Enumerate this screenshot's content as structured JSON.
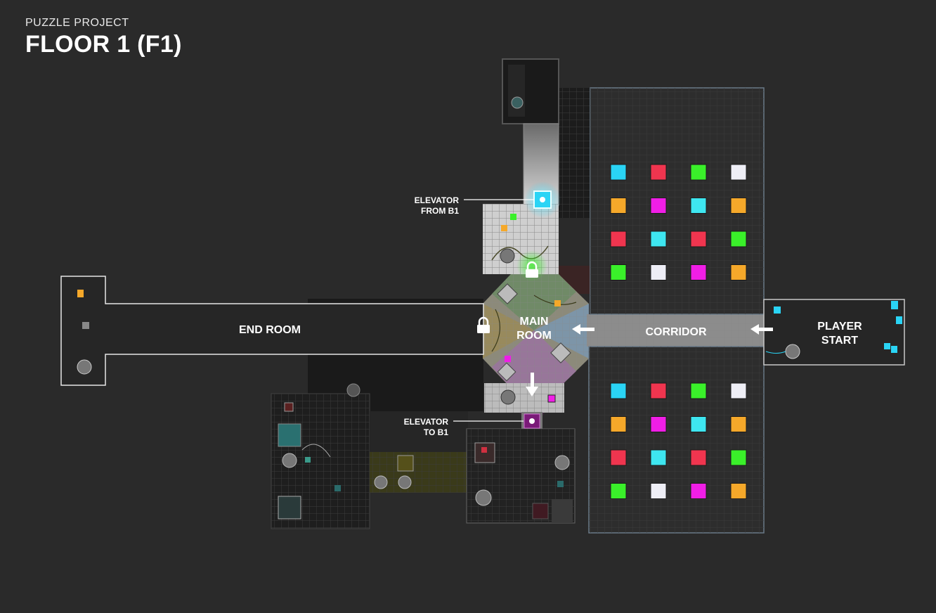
{
  "header": {
    "subtitle": "PUZZLE PROJECT",
    "title": "FLOOR 1 (F1)"
  },
  "labels": {
    "end_room": "END ROOM",
    "main_room_line1": "MAIN",
    "main_room_line2": "ROOM",
    "corridor": "CORRIDOR",
    "player_start_line1": "PLAYER",
    "player_start_line2": "START",
    "elevator_from_line1": "ELEVATOR",
    "elevator_from_line2": "FROM B1",
    "elevator_to_line1": "ELEVATOR",
    "elevator_to_line2": "TO B1"
  },
  "colors": {
    "background": "#2a2a2a",
    "cyan": "#2ad4f5",
    "red": "#f0354f",
    "green": "#3af02a",
    "white": "#eeeef6",
    "orange": "#f5a82a",
    "magenta": "#f01ee6",
    "aqua": "#3ee6f0"
  },
  "tile_grid_top": [
    [
      "cyan",
      "red",
      "green",
      "white"
    ],
    [
      "orange",
      "magenta",
      "aqua",
      "orange"
    ],
    [
      "red",
      "aqua",
      "red",
      "green"
    ],
    [
      "green",
      "white",
      "magenta",
      "orange"
    ]
  ],
  "tile_grid_bottom": [
    [
      "cyan",
      "red",
      "green",
      "white"
    ],
    [
      "orange",
      "magenta",
      "aqua",
      "orange"
    ],
    [
      "red",
      "aqua",
      "red",
      "green"
    ],
    [
      "green",
      "white",
      "magenta",
      "orange"
    ]
  ],
  "icons": [
    "lock-icon",
    "arrow-left-icon",
    "arrow-down-icon",
    "elevator-icon"
  ]
}
